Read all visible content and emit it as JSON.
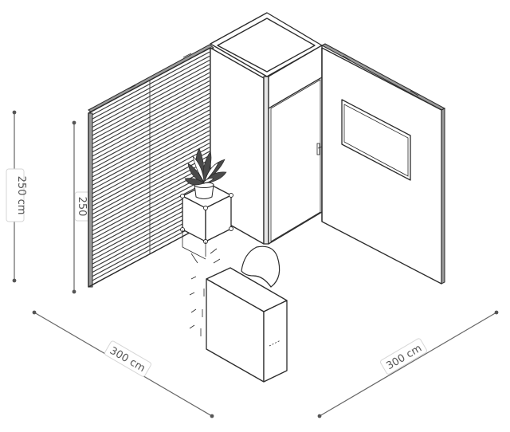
{
  "dimensions": {
    "height_outer_label": "250 cm",
    "height_inner_label": "250",
    "width_left_label": "300 cm",
    "width_right_label": "300 cm"
  },
  "components": {
    "slatted_wall": "slatted-wall-panel",
    "plain_wall": "plain-wall-panel",
    "storage_room": "storage-room-with-door",
    "screen": "wall-mounted-screen",
    "plant": "potted-plant",
    "plant_shelf": "cube-shelf",
    "counter": "reception-counter",
    "chair": "shell-chair"
  }
}
